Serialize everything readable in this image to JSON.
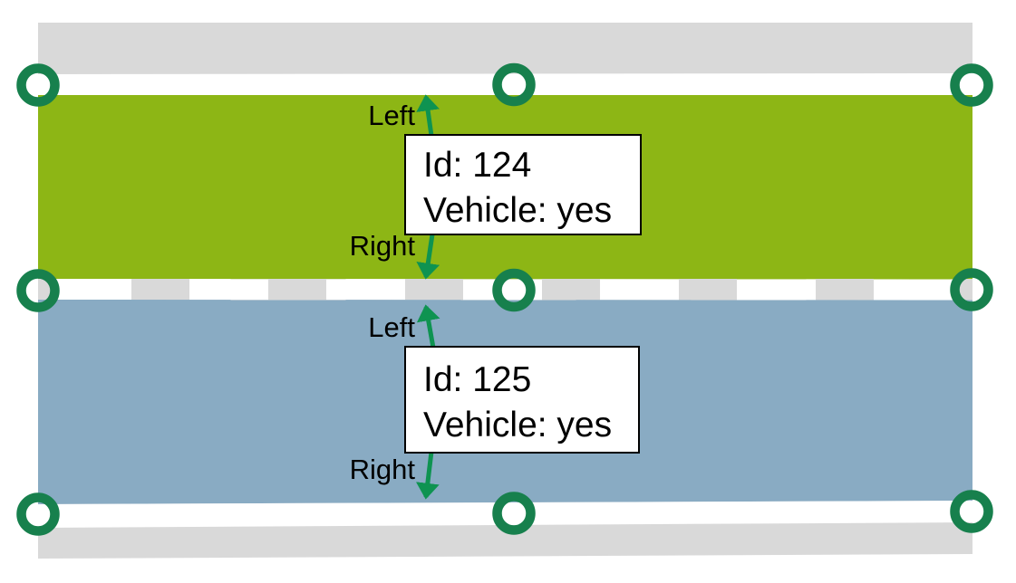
{
  "colors": {
    "road": "#d9d9d9",
    "lane_marking": "#ffffff",
    "lanelet_124_fill": "#8db615",
    "lanelet_125_fill": "#89abc3",
    "node_ring": "#17804d",
    "arrow": "#0e9351",
    "text": "#000000",
    "info_box_bg": "#ffffff",
    "info_box_border": "#000000"
  },
  "lanelets": [
    {
      "id": "124",
      "id_label": "Id: 124",
      "vehicle_label": "Vehicle: yes",
      "left_label": "Left",
      "right_label": "Right"
    },
    {
      "id": "125",
      "id_label": "Id: 125",
      "vehicle_label": "Vehicle: yes",
      "left_label": "Left",
      "right_label": "Right"
    }
  ]
}
